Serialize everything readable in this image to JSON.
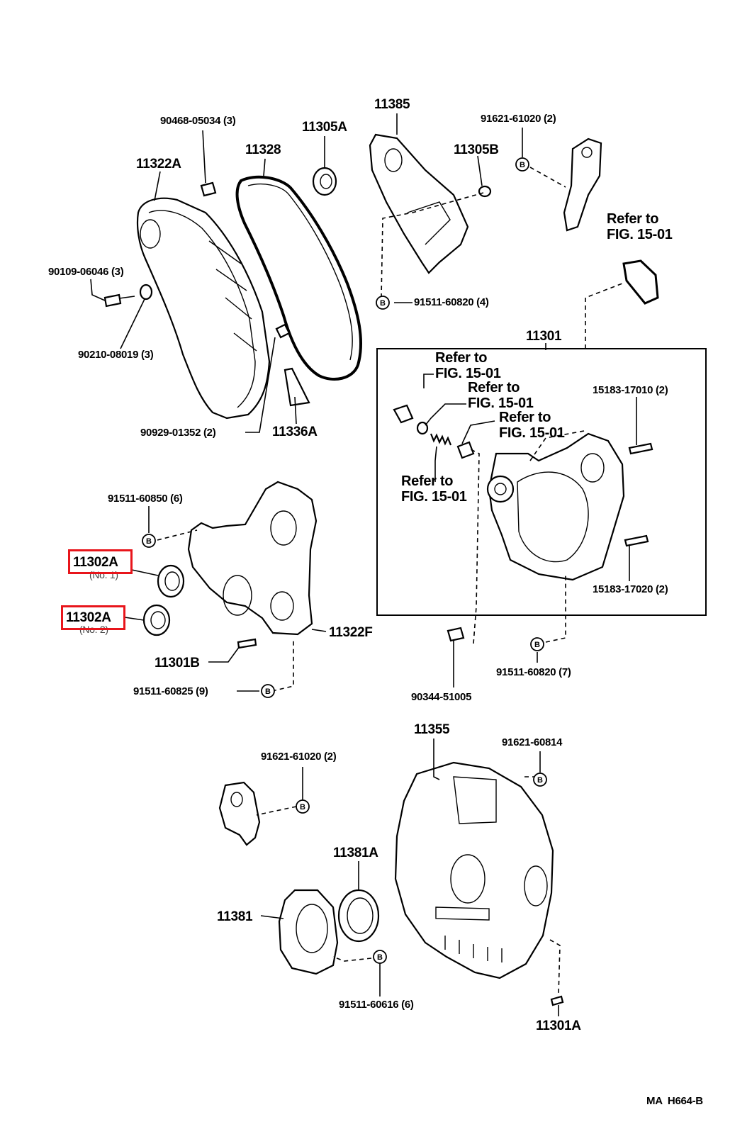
{
  "diagram": {
    "code": "MA  H664-B",
    "bolt_symbol": "B",
    "highlight_color": "#e8151b",
    "refer_text": "Refer to\nFIG. 15-01",
    "labels": {
      "p11385": "11385",
      "p91621_61020_a": "91621-61020 (2)",
      "p90468_05034": "90468-05034 (3)",
      "p11305A": "11305A",
      "p11328": "11328",
      "p11322A": "11322A",
      "p11305B": "11305B",
      "p90109_06046": "90109-06046 (3)",
      "p90210_08019": "90210-08019 (3)",
      "p91511_60820_4": "91511-60820 (4)",
      "p11301": "11301",
      "p15183_17010": "15183-17010 (2)",
      "p90929_01352": "90929-01352 (2)",
      "p11336A": "11336A",
      "p91511_60850": "91511-60850 (6)",
      "p11302A_1": "11302A",
      "p11302A_1_note": "(No. 1)",
      "p11302A_2": "11302A",
      "p11302A_2_note": "(No. 2)",
      "p15183_17020": "15183-17020 (2)",
      "p11322F": "11322F",
      "p11301B": "11301B",
      "p91511_60820_7": "91511-60820 (7)",
      "p91511_60825": "91511-60825 (9)",
      "p90344_51005": "90344-51005",
      "p11355": "11355",
      "p91621_61020_b": "91621-61020 (2)",
      "p91621_60814": "91621-60814",
      "p11381A": "11381A",
      "p11381": "11381",
      "p91511_60616": "91511-60616 (6)",
      "p11301A": "11301A"
    }
  }
}
